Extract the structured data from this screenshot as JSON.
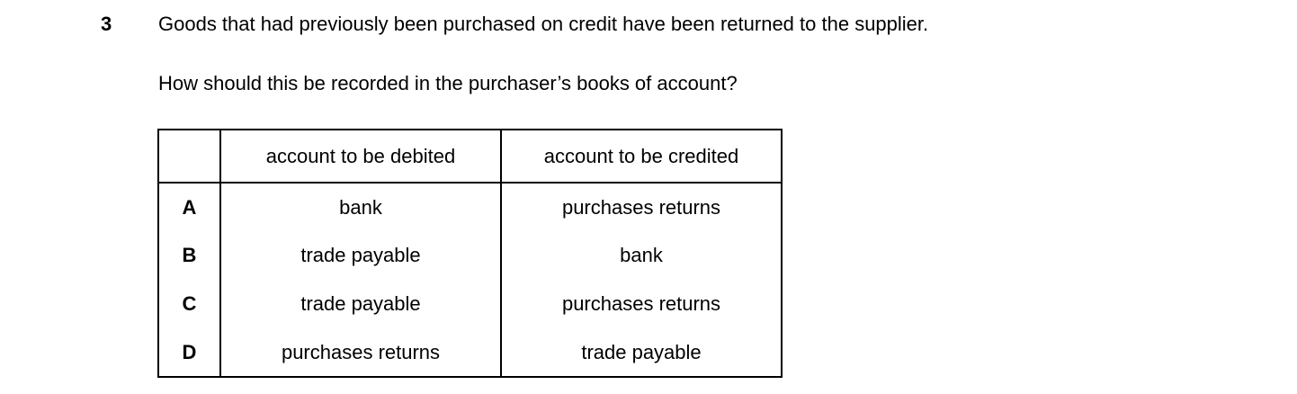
{
  "question": {
    "number": "3",
    "text": "Goods that had previously been purchased on credit have been returned to the supplier.",
    "prompt": "How should this be recorded in the purchaser’s books of account?"
  },
  "table": {
    "headers": {
      "letter": "",
      "debit": "account to be debited",
      "credit": "account to be credited"
    },
    "rows": [
      {
        "option": "A",
        "debit": "bank",
        "credit": "purchases returns"
      },
      {
        "option": "B",
        "debit": "trade payable",
        "credit": "bank"
      },
      {
        "option": "C",
        "debit": "trade payable",
        "credit": "purchases returns"
      },
      {
        "option": "D",
        "debit": "purchases returns",
        "credit": "trade payable"
      }
    ]
  },
  "colors": {
    "text": "#000000",
    "border": "#000000",
    "background": "#ffffff"
  }
}
